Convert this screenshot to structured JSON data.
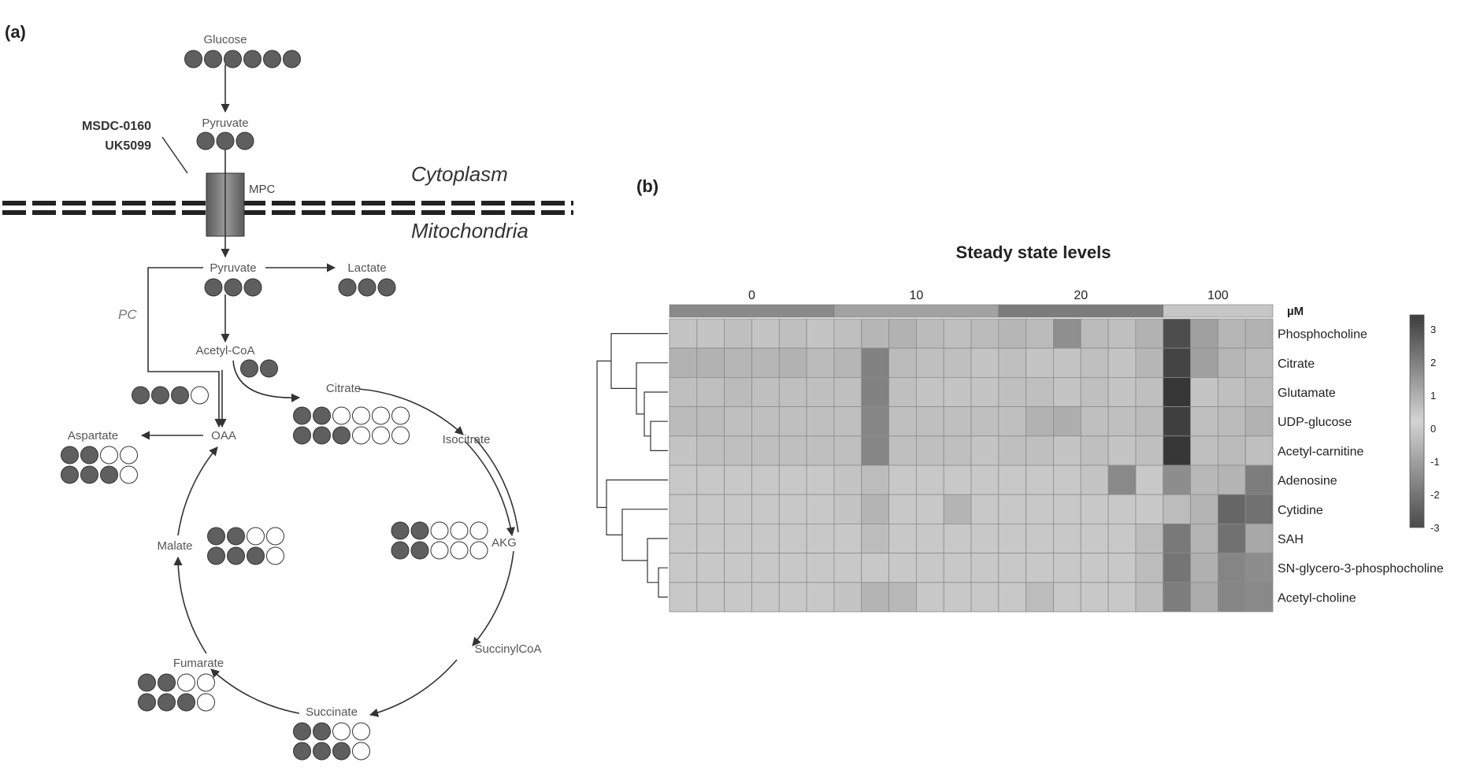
{
  "panel_a": {
    "label": "(a)",
    "inhibitor_1": "MSDC-0160",
    "inhibitor_2": "UK5099",
    "transporter": "MPC",
    "compartment_top": "Cytoplasm",
    "compartment_bottom": "Mitochondria",
    "enzyme_pc": "PC",
    "metabolites": [
      {
        "id": "glucose",
        "label": "Glucose",
        "rows": [
          "ffffff"
        ]
      },
      {
        "id": "pyruvate-cyto",
        "label": "Pyruvate",
        "rows": [
          "fff"
        ]
      },
      {
        "id": "pyruvate-mito",
        "label": "Pyruvate",
        "rows": [
          "fff"
        ]
      },
      {
        "id": "lactate",
        "label": "Lactate",
        "rows": [
          "fff"
        ]
      },
      {
        "id": "acetyl-coa",
        "label": "Acetyl-CoA",
        "rows": [
          "ff"
        ]
      },
      {
        "id": "pc-oaa",
        "label": "",
        "rows": [
          "fffe"
        ]
      },
      {
        "id": "citrate",
        "label": "Citrate",
        "rows": [
          "ffeeee",
          "fffeee"
        ]
      },
      {
        "id": "oaa",
        "label": "OAA",
        "rows": []
      },
      {
        "id": "aspartate",
        "label": "Aspartate",
        "rows": [
          "ffee",
          "fffe"
        ]
      },
      {
        "id": "isocitrate",
        "label": "Isocitrate",
        "rows": []
      },
      {
        "id": "akg",
        "label": "AKG",
        "rows": [
          "ffeee",
          "ffeee"
        ]
      },
      {
        "id": "malate",
        "label": "Malate",
        "rows": [
          "ffee",
          "fffe"
        ]
      },
      {
        "id": "succinylcoa",
        "label": "SuccinylCoA",
        "rows": []
      },
      {
        "id": "fumarate",
        "label": "Fumarate",
        "rows": [
          "ffee",
          "fffe"
        ]
      },
      {
        "id": "succinate",
        "label": "Succinate",
        "rows": [
          "ffee",
          "fffe"
        ]
      }
    ]
  },
  "panel_b": {
    "label": "(b)",
    "title": "Steady state levels",
    "unit_label": "µM",
    "colors": {
      "high": "#3c3c3c",
      "mid": "#c8c8c8",
      "low": "#5a5a5a",
      "grid": "#8c8c8c"
    },
    "chart_data": {
      "type": "heatmap",
      "title": "Steady state levels",
      "x_groups": [
        {
          "label": "0",
          "columns": 6
        },
        {
          "label": "10",
          "columns": 6
        },
        {
          "label": "20",
          "columns": 6
        },
        {
          "label": "100",
          "columns": 4
        }
      ],
      "rows": [
        "Phosphocholine",
        "Citrate",
        "Glutamate",
        "UDP-glucose",
        "Acetyl-carnitine",
        "Adenosine",
        "Cytidine",
        "SAH",
        "SN-glycero-3-phosphocholine",
        "Acetyl-choline"
      ],
      "colorbar": {
        "ticks": [
          "3",
          "2",
          "1",
          "0",
          "-1",
          "-2",
          "-3"
        ],
        "range": [
          -3,
          3
        ]
      },
      "values": [
        [
          0.1,
          0.1,
          0.2,
          0.1,
          0.2,
          0.1,
          0.2,
          0.4,
          0.5,
          0.3,
          0.2,
          0.3,
          0.4,
          0.3,
          1.3,
          0.3,
          0.2,
          0.5,
          2.8,
          0.9,
          0.4,
          0.5
        ],
        [
          0.5,
          0.5,
          0.4,
          0.4,
          0.5,
          0.3,
          0.4,
          1.6,
          0.3,
          0.2,
          0.2,
          0.1,
          0.2,
          0.1,
          0.1,
          0.2,
          0.1,
          0.4,
          3.0,
          0.9,
          0.4,
          0.3
        ],
        [
          0.2,
          0.2,
          0.3,
          0.2,
          0.2,
          0.2,
          0.2,
          1.6,
          0.2,
          0.1,
          0.1,
          0.1,
          0.2,
          0.2,
          0.1,
          0.2,
          0.1,
          0.2,
          3.3,
          0.1,
          0.2,
          0.3
        ],
        [
          0.3,
          0.3,
          0.2,
          0.2,
          0.2,
          0.2,
          0.2,
          1.5,
          0.2,
          0.2,
          0.2,
          0.2,
          0.2,
          0.5,
          0.6,
          0.2,
          0.2,
          0.3,
          3.1,
          0.2,
          0.3,
          0.5
        ],
        [
          0.1,
          0.2,
          0.2,
          0.2,
          0.2,
          0.2,
          0.2,
          1.5,
          0.2,
          0.2,
          0.2,
          0.1,
          0.2,
          0.2,
          0.1,
          0.2,
          0.1,
          0.2,
          3.3,
          0.2,
          0.3,
          0.2
        ],
        [
          0.0,
          0.0,
          0.0,
          0.0,
          0.0,
          0.0,
          -0.1,
          -0.3,
          0.0,
          0.0,
          0.0,
          0.0,
          0.0,
          0.0,
          0.0,
          -0.1,
          -1.6,
          0.0,
          -1.5,
          -0.4,
          -0.5,
          -1.9
        ],
        [
          0.0,
          0.0,
          0.0,
          0.0,
          0.0,
          0.0,
          -0.1,
          -0.5,
          0.0,
          0.0,
          -0.5,
          0.0,
          0.0,
          0.0,
          0.0,
          0.0,
          0.0,
          0.0,
          -0.3,
          -0.5,
          -2.5,
          -2.2
        ],
        [
          0.0,
          0.0,
          0.0,
          0.0,
          0.0,
          0.0,
          0.0,
          -0.3,
          0.0,
          0.0,
          0.0,
          0.0,
          0.0,
          0.0,
          0.0,
          0.0,
          0.0,
          -0.3,
          -2.0,
          -0.5,
          -2.2,
          -0.8
        ],
        [
          0.0,
          0.0,
          0.0,
          0.0,
          0.0,
          0.0,
          0.0,
          0.0,
          0.0,
          0.0,
          0.0,
          0.0,
          0.0,
          0.0,
          0.0,
          0.0,
          0.0,
          -0.3,
          -2.1,
          -0.6,
          -1.7,
          -1.5
        ],
        [
          0.0,
          0.0,
          0.0,
          0.0,
          0.0,
          0.0,
          -0.1,
          -0.5,
          -0.4,
          0.0,
          0.0,
          0.0,
          0.0,
          -0.3,
          0.0,
          0.0,
          0.0,
          -0.3,
          -1.9,
          -0.7,
          -1.7,
          -1.6
        ]
      ]
    }
  }
}
